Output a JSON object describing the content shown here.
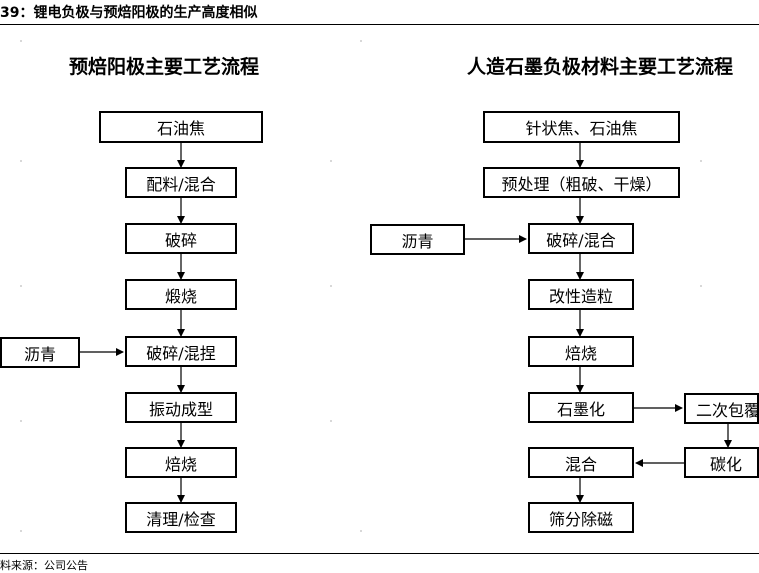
{
  "header": {
    "text": "39：锂电负极与预焙阳极的生产高度相似"
  },
  "footer": {
    "text": "料来源：公司公告"
  },
  "left": {
    "title": "预焙阳极主要工艺流程",
    "steps": [
      "石油焦",
      "配料/混合",
      "破碎",
      "煅烧",
      "破碎/混捏",
      "振动成型",
      "焙烧",
      "清理/检查"
    ],
    "side_input": "沥青"
  },
  "right": {
    "title": "人造石墨负极材料主要工艺流程",
    "steps": [
      "针状焦、石油焦",
      "预处理（粗破、干燥）",
      "破碎/混合",
      "改性造粒",
      "焙烧",
      "石墨化",
      "混合",
      "筛分除磁"
    ],
    "side_input": "沥青",
    "branch": [
      "二次包覆",
      "碳化"
    ]
  }
}
